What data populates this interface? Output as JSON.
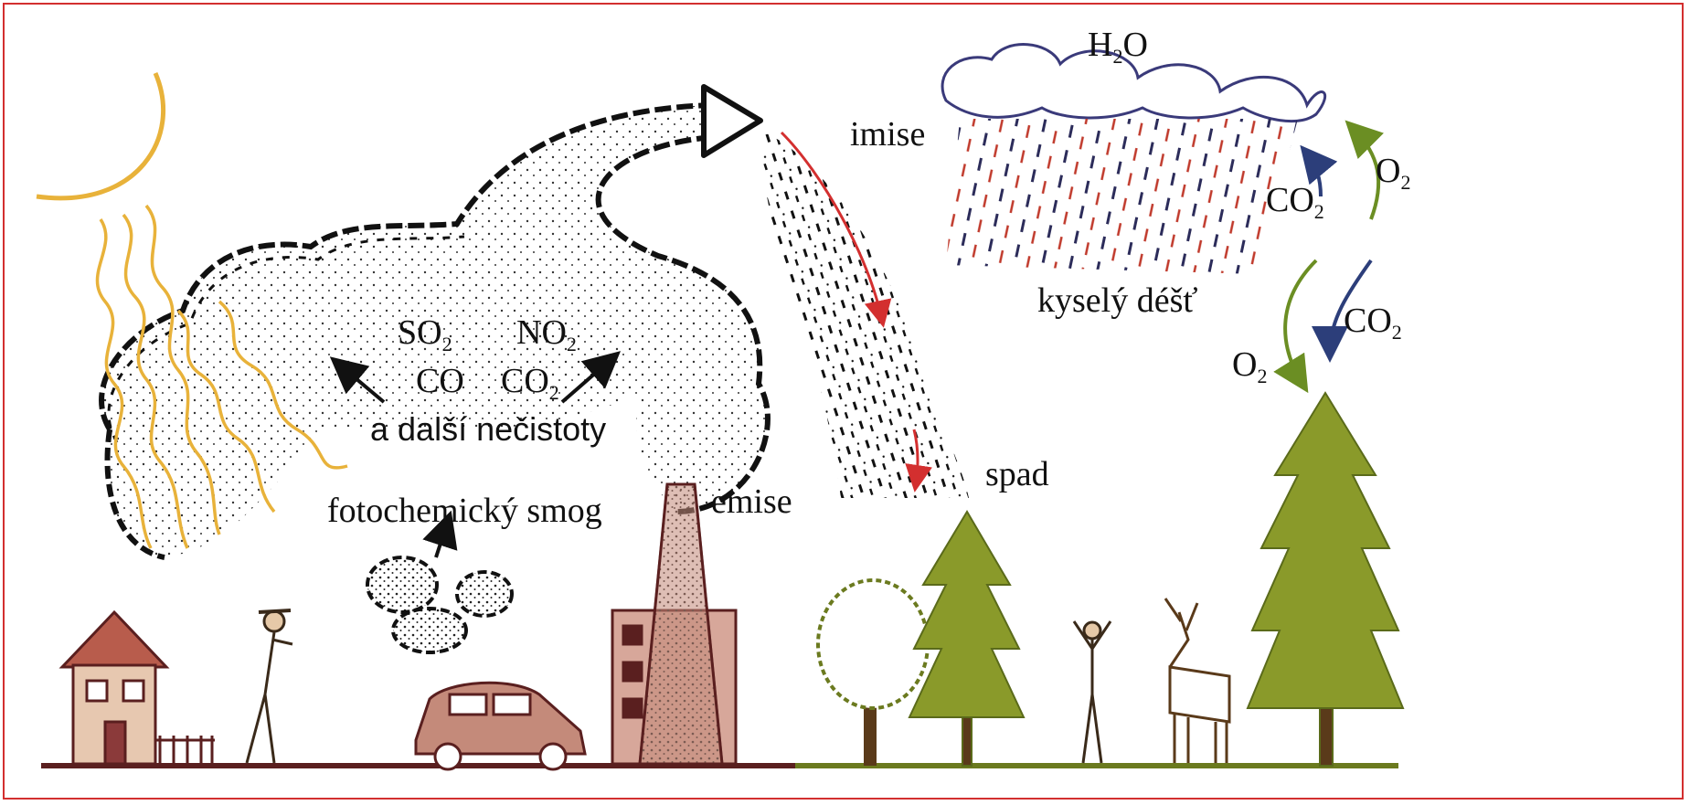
{
  "labels": {
    "so2": {
      "base": "SO",
      "sub": "2"
    },
    "no2": {
      "base": "NO",
      "sub": "2"
    },
    "co": "CO",
    "co2_smog": {
      "base": "CO",
      "sub": "2"
    },
    "other_pollutants": "a další nečistoty",
    "photochemical_smog": "fotochemický smog",
    "emission": "emise",
    "immission": "imise",
    "fallout": "spad",
    "h2o": {
      "pre": "H",
      "sub": "2",
      "post": "O"
    },
    "acid_rain": "kyselý déšť",
    "o2_top": {
      "base": "O",
      "sub": "2"
    },
    "co2_top": {
      "base": "CO",
      "sub": "2"
    },
    "co2_bottom": {
      "base": "CO",
      "sub": "2"
    },
    "o2_bottom": {
      "base": "O",
      "sub": "2"
    }
  },
  "colors": {
    "frame": "#d32f2f",
    "sun": "#e8b23a",
    "sun_rays": "#e8b23a",
    "smoke": "#111111",
    "cloud": "#3a3a7a",
    "acid_rain_red": "#c0392b",
    "fallout_arrow": "#d32f2f",
    "oxygen_arrow": "#6b8e23",
    "co2_arrow": "#2c3e7a",
    "tree": "#8a9a2a",
    "ground_left": "#5a1f1f",
    "ground_right": "#6b7a1f",
    "chimney": "#8b3a3a"
  }
}
